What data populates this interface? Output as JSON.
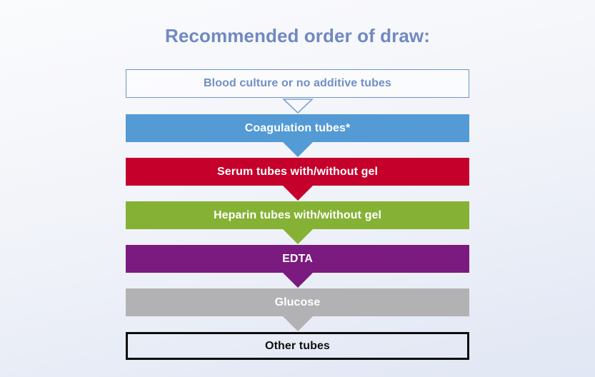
{
  "slide": {
    "title": "Recommended order of draw:",
    "title_color": "#7089c2",
    "background_top": "#fafbfd",
    "background_bottom": "#e1e7f4"
  },
  "flow": {
    "steps": [
      {
        "order": 1,
        "label": "Blood culture or no additive tubes",
        "style": "outline-blue",
        "fill": "transparent",
        "border_color": "#6f94c8",
        "text_color": "#6f8fc6"
      },
      {
        "order": 2,
        "label": "Coagulation tubes*",
        "style": "blue",
        "fill": "#549ad5",
        "text_color": "#ffffff"
      },
      {
        "order": 3,
        "label": "Serum tubes with/without gel",
        "style": "red",
        "fill": "#c4002b",
        "text_color": "#ffffff"
      },
      {
        "order": 4,
        "label": "Heparin tubes with/without gel",
        "style": "green",
        "fill": "#85b235",
        "text_color": "#ffffff"
      },
      {
        "order": 5,
        "label": "EDTA",
        "style": "purple",
        "fill": "#7b1a7f",
        "text_color": "#ffffff"
      },
      {
        "order": 6,
        "label": "Glucose",
        "style": "grey",
        "fill": "#b2b2b4",
        "text_color": "#ffffff"
      },
      {
        "order": 7,
        "label": "Other tubes",
        "style": "outline-black",
        "fill": "transparent",
        "border_color": "#0d0d0d",
        "text_color": "#101010"
      }
    ],
    "arrows": [
      {
        "index": 1,
        "kind": "outline",
        "color": "#7fa3d3",
        "from": "Blood culture or no additive tubes",
        "to": "Coagulation tubes*"
      },
      {
        "index": 2,
        "kind": "filled",
        "color": "#549ad5",
        "from": "Coagulation tubes*",
        "to": "Serum tubes with/without gel"
      },
      {
        "index": 3,
        "kind": "filled",
        "color": "#c4002b",
        "from": "Serum tubes with/without gel",
        "to": "Heparin tubes with/without gel"
      },
      {
        "index": 4,
        "kind": "filled",
        "color": "#85b235",
        "from": "Heparin tubes with/without gel",
        "to": "EDTA"
      },
      {
        "index": 5,
        "kind": "filled",
        "color": "#7b1a7f",
        "from": "EDTA",
        "to": "Glucose"
      },
      {
        "index": 6,
        "kind": "filled",
        "color": "#b2b2b4",
        "from": "Glucose",
        "to": "Other tubes"
      }
    ]
  }
}
